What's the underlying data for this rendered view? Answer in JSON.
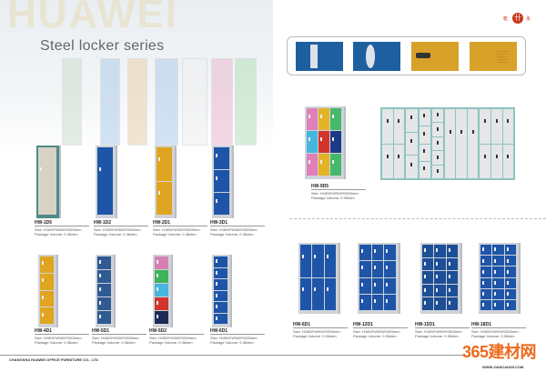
{
  "header": {
    "watermark": "HUAWEI",
    "title": "Steel locker series"
  },
  "logo": {
    "mark": "卄",
    "left": "乾",
    "right": "永"
  },
  "features": [
    {
      "name": "key-lock-door",
      "color": "#1e5fa0"
    },
    {
      "name": "oval-handle-door",
      "color": "#1e5fa0"
    },
    {
      "name": "digital-lock-door",
      "color": "#d8a12a"
    },
    {
      "name": "ventilated-door",
      "color": "#d8a12a"
    }
  ],
  "products": [
    {
      "model": "HW-1D5",
      "size": "Size: H1850*W380*D500mm",
      "pkg": "Package Volume: 0.36cbm",
      "cols": 1,
      "rows": 1,
      "colors": [
        "#d8d2c4"
      ],
      "frame": "#4f8a8a"
    },
    {
      "model": "HW-1D2",
      "size": "Size: H1850*W380*D500mm",
      "pkg": "Package Volume: 0.36cbm",
      "cols": 1,
      "rows": 1,
      "colors": [
        "#1e55a8"
      ]
    },
    {
      "model": "HW-2D1",
      "size": "Size: H1850*W380*D500mm",
      "pkg": "Package Volume: 0.36cbm",
      "cols": 1,
      "rows": 2,
      "colors": [
        "#e0a520",
        "#e0a520"
      ]
    },
    {
      "model": "HW-3D1",
      "size": "Size: H1850*W380*D500mm",
      "pkg": "Package Volume: 0.36cbm",
      "cols": 1,
      "rows": 3,
      "colors": [
        "#1e55a8"
      ]
    },
    {
      "model": "HW-4D1",
      "size": "Size: H1850*W380*D500mm",
      "pkg": "Package Volume: 0.36cbm",
      "cols": 1,
      "rows": 4,
      "colors": [
        "#e0a520"
      ]
    },
    {
      "model": "HW-5D1",
      "size": "Size: H1850*W380*D500mm",
      "pkg": "Package Volume: 0.36cbm",
      "cols": 1,
      "rows": 5,
      "colors": [
        "#2f5a92"
      ]
    },
    {
      "model": "HW-5D2",
      "size": "Size: H1850*W380*D500mm",
      "pkg": "Package Volume: 0.36cbm",
      "cols": 1,
      "rows": 5,
      "colors": [
        "#d67fb3",
        "#3fb35a",
        "#45b6dc",
        "#d3352c",
        "#1c2a55"
      ]
    },
    {
      "model": "HW-6D1",
      "size": "Size: H1850*W380*D500mm",
      "pkg": "Package Volume: 0.36cbm",
      "cols": 1,
      "rows": 6,
      "colors": [
        "#1e55a8"
      ]
    },
    {
      "model": "HW-9D5",
      "size": "Size: H1850*W900*D500mm",
      "pkg": "Package Volume: 0.95cbm",
      "cols": 3,
      "rows": 3,
      "colors": [
        "#e07fb8",
        "#e3b326",
        "#46b86b",
        "#45b6dc",
        "#d3352c",
        "#1c3a85",
        "#e07fb8",
        "#e3b326",
        "#46b86b"
      ]
    },
    {
      "model": "HW-6D1",
      "size": "Size: H1850*W900*D500mm",
      "pkg": "Package Volume: 0.95cbm",
      "cols": 3,
      "rows": 2,
      "colors": [
        "#1e55a8"
      ]
    },
    {
      "model": "HW-12D1",
      "size": "Size: H1850*W900*D500mm",
      "pkg": "Package Volume: 0.95cbm",
      "cols": 3,
      "rows": 4,
      "colors": [
        "#1e55a8"
      ]
    },
    {
      "model": "HW-15D1",
      "size": "Size: H1850*W900*D500mm",
      "pkg": "Package Volume: 0.95cbm",
      "cols": 3,
      "rows": 5,
      "colors": [
        "#1e4e95"
      ]
    },
    {
      "model": "HW-18D1",
      "size": "Size: H1850*W900*D500mm",
      "pkg": "Package Volume: 0.95cbm",
      "cols": 3,
      "rows": 6,
      "colors": [
        "#1e55a8"
      ]
    }
  ],
  "wide_set": {
    "colors": [
      "#e4e6e8"
    ],
    "frame": "#8fc3c0"
  },
  "footer": {
    "company": "CHANGSHA HUAWEI OFFICE FURNITURE CO., LTD",
    "site": "365建材网",
    "site_sub": "WWW.JIANCAI365.COM"
  }
}
